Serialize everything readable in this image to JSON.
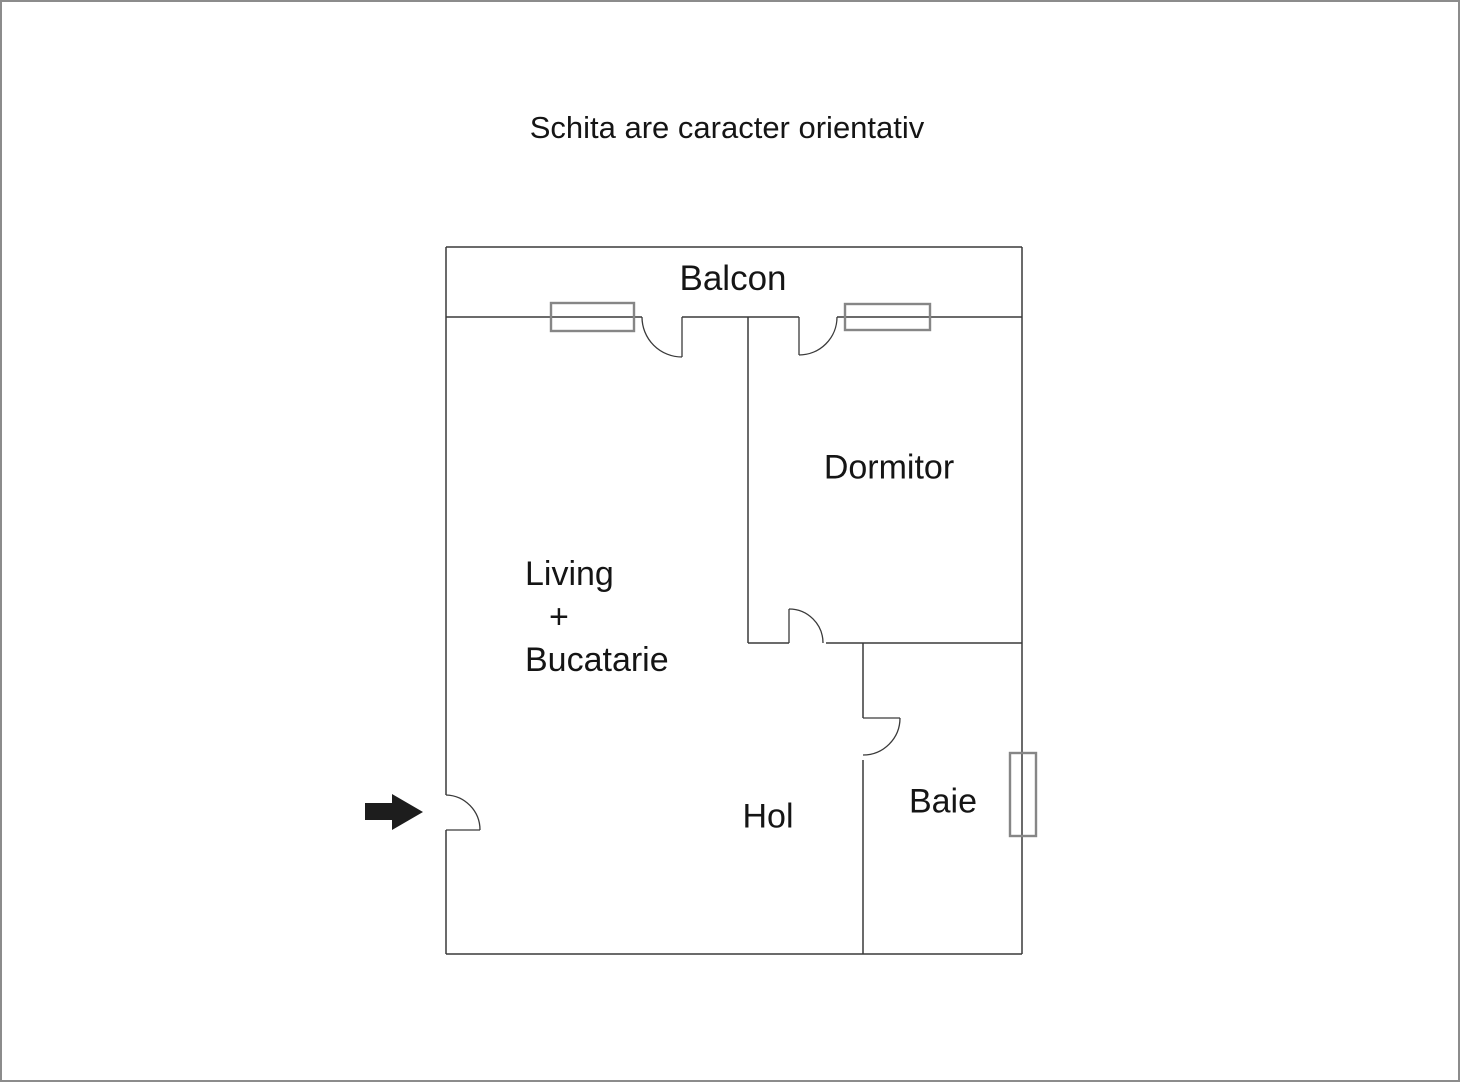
{
  "title": "Schita are caracter orientativ",
  "colors": {
    "wall": "#3a3a3a",
    "door": "#3a3a3a",
    "window": "#868686",
    "arrow": "#1d1d1d",
    "frame": "#8c8c8c"
  },
  "rooms": {
    "balcon": "Balcon",
    "dormitor": "Dormitor",
    "living_line1": "Living",
    "living_line2": "+",
    "living_line3": "Bucatarie",
    "hol": "Hol",
    "baie": "Baie"
  }
}
